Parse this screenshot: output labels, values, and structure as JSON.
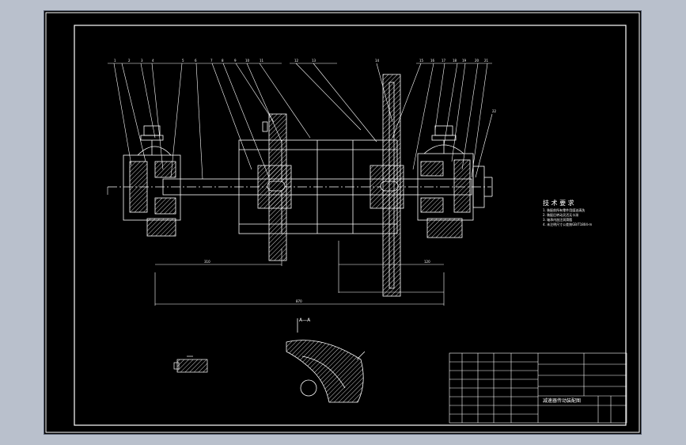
{
  "drawing": {
    "section_label": "A—A",
    "tech_requirements": {
      "heading": "技 术 要 求",
      "lines": [
        "1. 装配前所有零件用煤油清洗",
        "2. 装配后转动灵活无卡滞",
        "3. 轴承内加注润滑脂",
        "4. 未注明尺寸公差按GB/T1804-m"
      ]
    },
    "title_block": {
      "drawing_title": "减速器传动装配图"
    },
    "callouts": [
      "1",
      "2",
      "3",
      "4",
      "5",
      "6",
      "7",
      "8",
      "9",
      "10",
      "11",
      "12",
      "13",
      "14",
      "15",
      "16",
      "17",
      "18",
      "19",
      "20",
      "21",
      "22"
    ],
    "dimensions": {
      "overall": "870",
      "lower_left": "310",
      "lower_right": "120"
    }
  },
  "colors": {
    "background": "#000000",
    "line": "#ffffff",
    "frame": "#ffffff",
    "hatch": "#ffffff",
    "window": "#b9c0cc"
  }
}
